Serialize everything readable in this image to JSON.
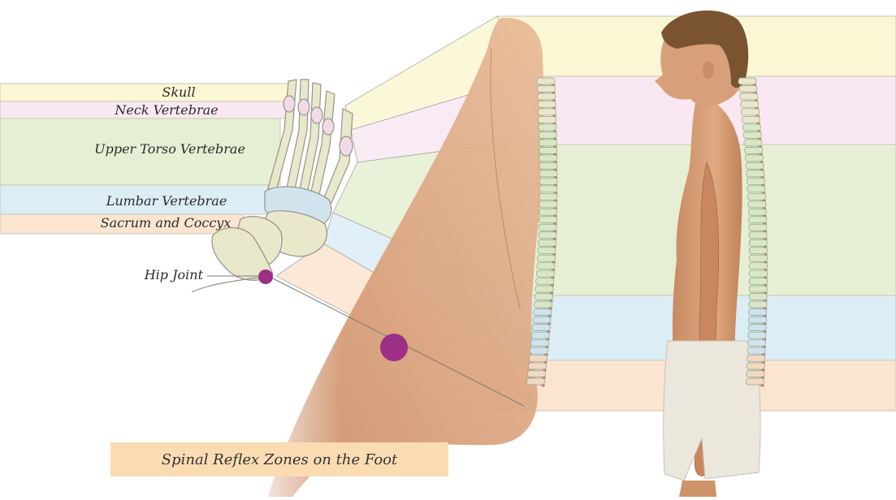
{
  "diagram": {
    "zones": [
      {
        "id": "skull",
        "label": "Skull",
        "color": "#fbf7d4"
      },
      {
        "id": "neck",
        "label": "Neck Vertebrae",
        "color": "#f9e8f1"
      },
      {
        "id": "upper-torso",
        "label": "Upper Torso Vertebrae",
        "color": "#e6efd3"
      },
      {
        "id": "lumbar",
        "label": "Lumbar Vertebrae",
        "color": "#dcedf5"
      },
      {
        "id": "sacrum",
        "label": "Sacrum and Coccyx",
        "color": "#fbe5d0"
      }
    ],
    "hip_joint": {
      "label": "Hip Joint",
      "color": "#9c2f86"
    },
    "caption": "Spinal Reflex Zones on the Foot",
    "colors": {
      "skin": "#d9a27a",
      "skin_shadow": "#b97955",
      "hair": "#7a5430",
      "shorts": "#ece7dc",
      "bone": "#e9e7c8",
      "bone_outline": "#8f8f86",
      "leader_line": "#7a7a7a"
    }
  }
}
